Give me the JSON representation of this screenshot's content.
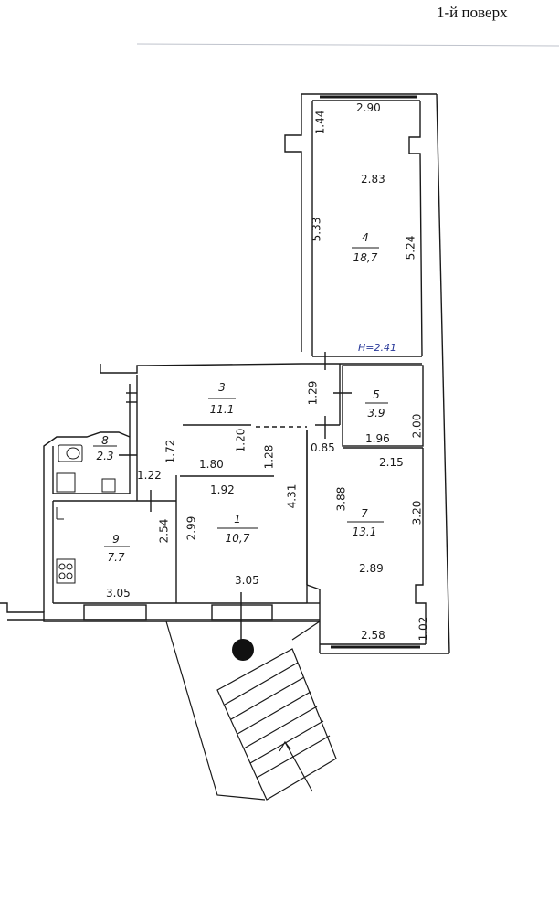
{
  "header": {
    "floor_label": "1-й поверх"
  },
  "rooms": [
    {
      "number": "1",
      "area": "10,7"
    },
    {
      "number": "3",
      "area": "11.1"
    },
    {
      "number": "4",
      "area": "18,7"
    },
    {
      "number": "5",
      "area": "3.9"
    },
    {
      "number": "7",
      "area": "13.1"
    },
    {
      "number": "8",
      "area": "2.3"
    },
    {
      "number": "9",
      "area": "7.7"
    }
  ],
  "dimensions": {
    "r4_top": "2.90",
    "r4_inner": "2.83",
    "r4_left": "5.33",
    "r4_right": "5.24",
    "r4_small": "1.44",
    "height_note": "H=2.41",
    "r3_1_29": "1.29",
    "r3_1_20": "1.20",
    "r3_1_80": "1.80",
    "r3_1_28": "1.28",
    "r5_2_00": "2.00",
    "r5_1_96": "1.96",
    "d_0_85": "0.85",
    "d_2_15": "2.15",
    "r8_1_72": "1.72",
    "r8_1_22": "1.22",
    "r1_1_92": "1.92",
    "r1_2_99": "2.99",
    "r1_4_31": "4.31",
    "r1_3_05": "3.05",
    "r9_2_54": "2.54",
    "r9_3_05": "3.05",
    "r7_3_88": "3.88",
    "r7_3_20": "3.20",
    "r7_2_89": "2.89",
    "r7_2_58": "2.58",
    "r7_1_02": "1.02"
  },
  "colors": {
    "paper": "#ffffff",
    "line": "#1a1a1a",
    "note": "#2a3a9a"
  }
}
